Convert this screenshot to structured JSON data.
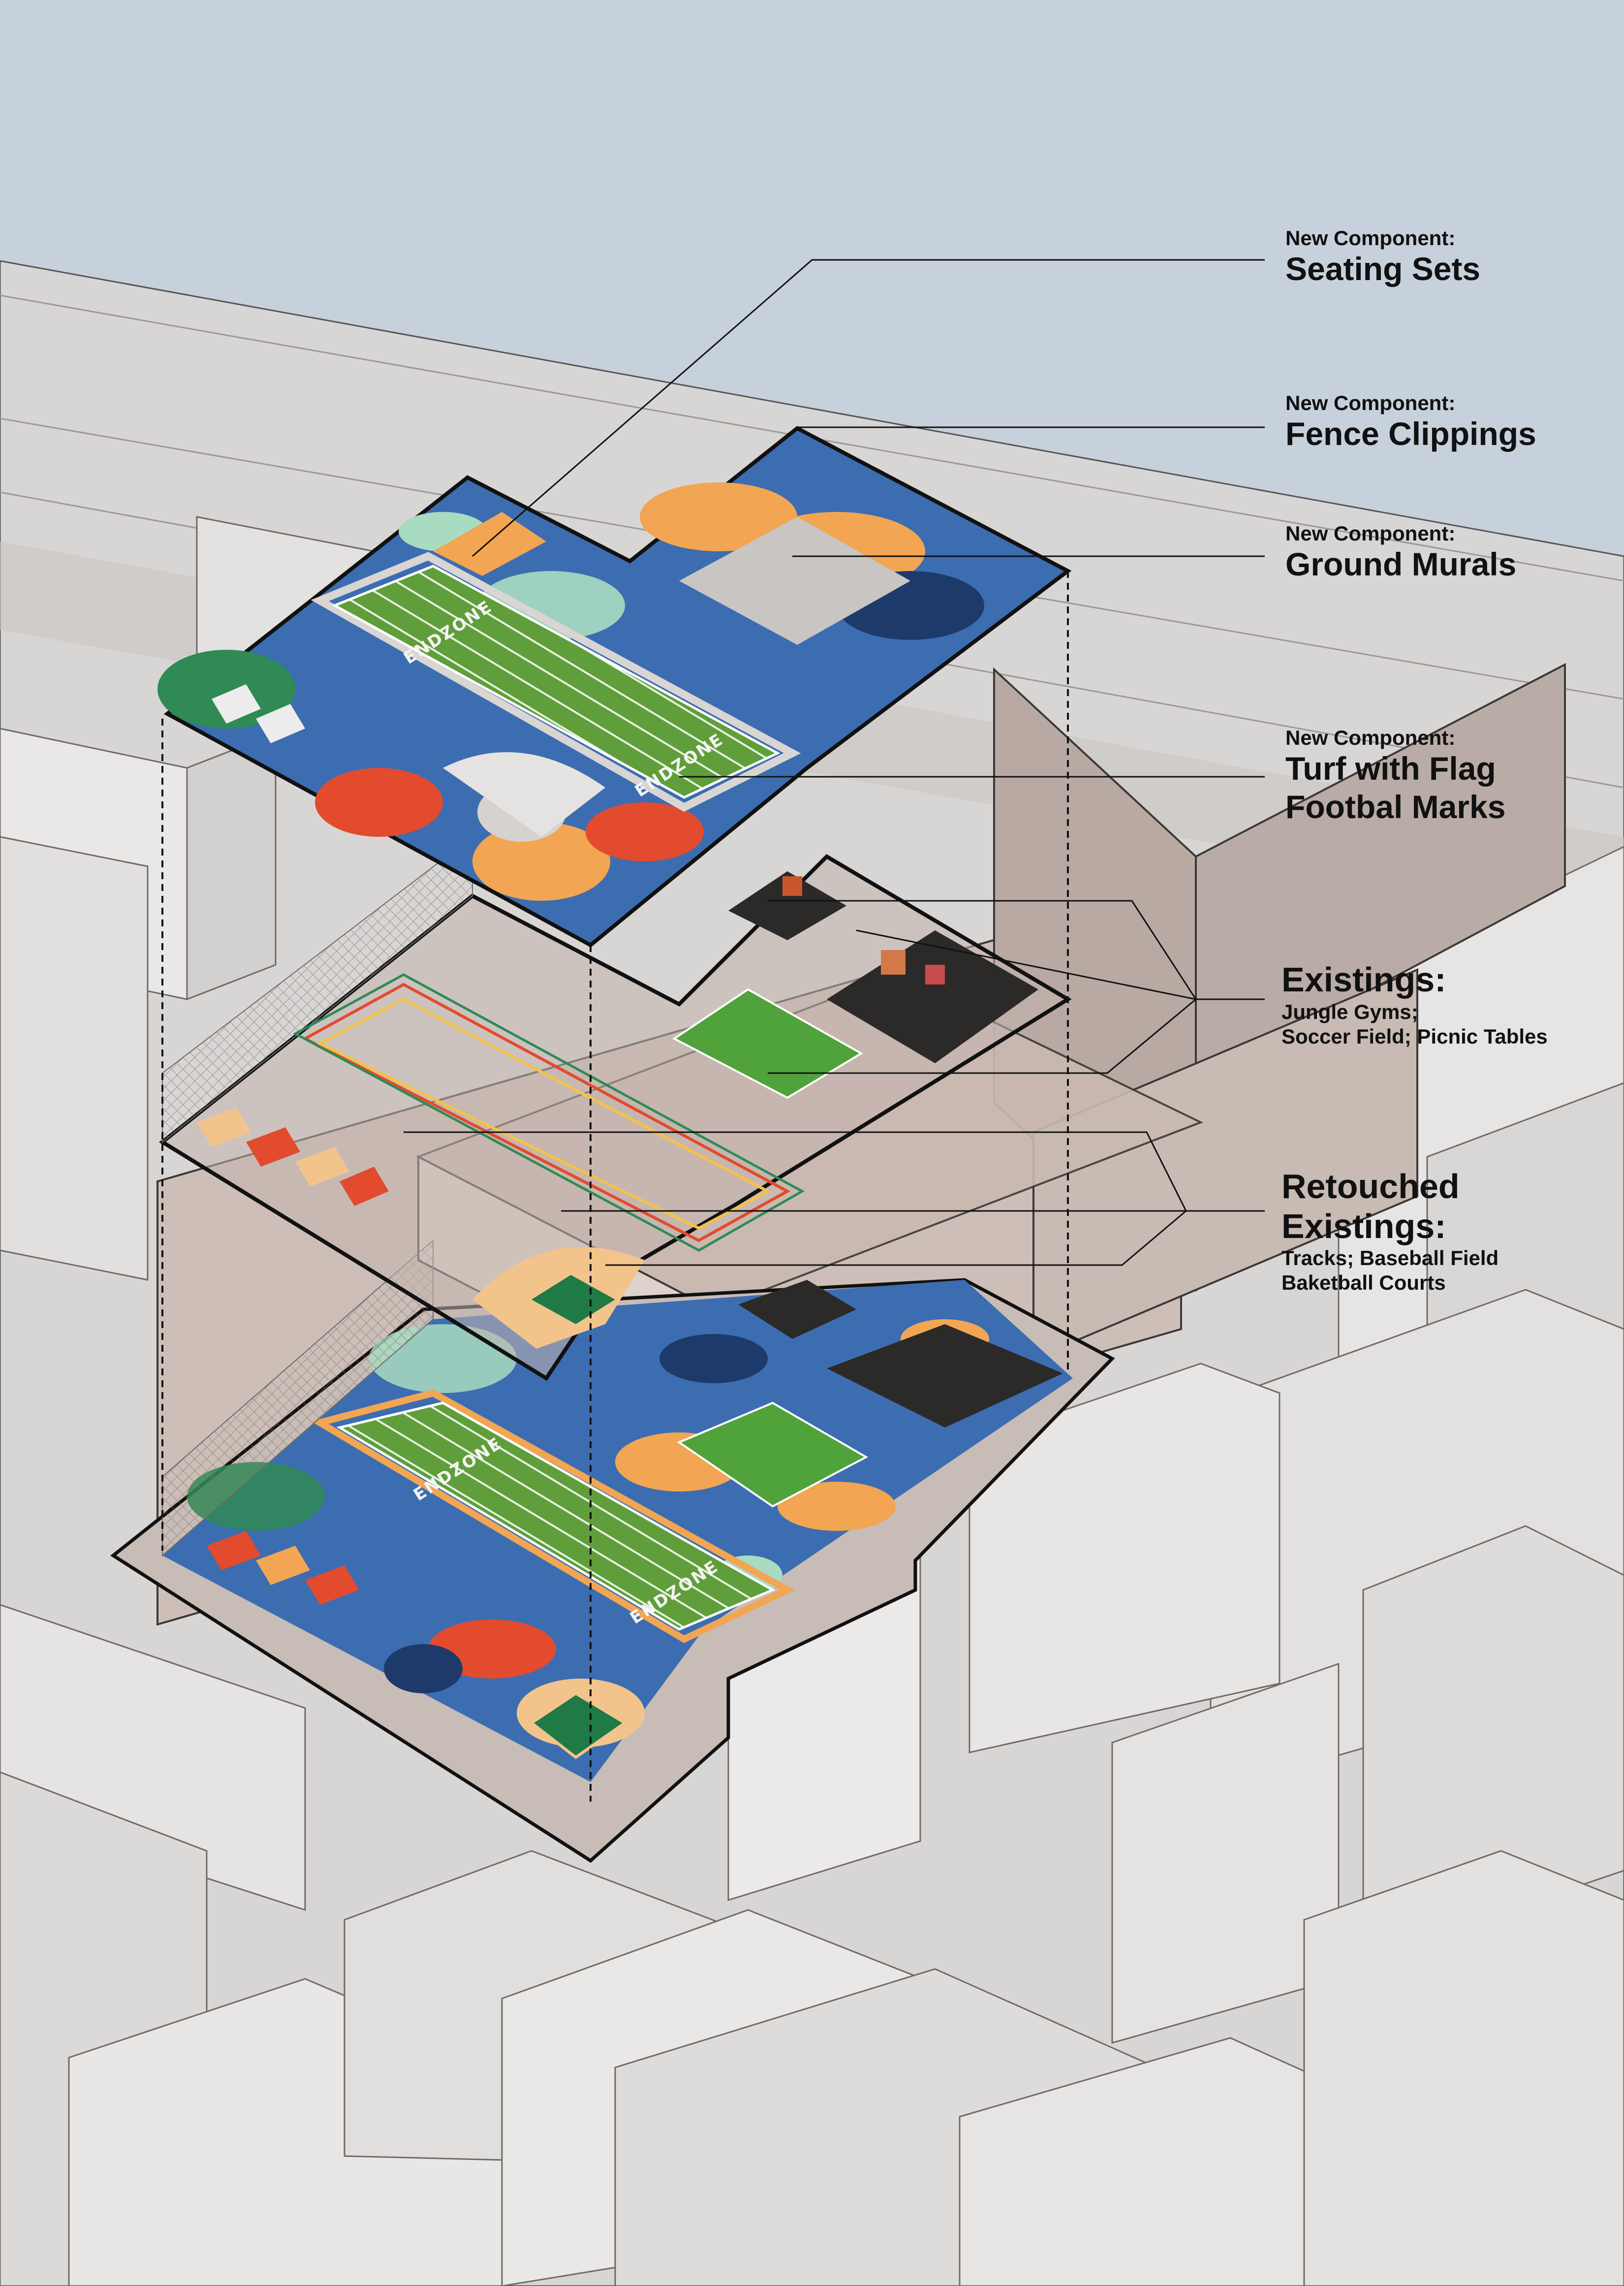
{
  "colors": {
    "sky": "#c7d1db",
    "ground": "#d8d6d5",
    "building_light": "#e8e7e6",
    "building_mid": "#cfcac8",
    "building_dark": "#b8afac",
    "slab": "#bdb3ae",
    "mural_blue": "#3c6db1",
    "mural_navy": "#1d3a6b",
    "mural_orange": "#f2a552",
    "mural_red": "#e24b2e",
    "mural_green": "#2f8a55",
    "mural_mint": "#a9dbc1",
    "turf": "#5f9e3a",
    "turf_dark": "#3e7d2a",
    "infield": "#f2c48c",
    "court_black": "#2b2a29"
  },
  "callouts": {
    "seating": {
      "kicker": "New Component:",
      "title": "Seating Sets"
    },
    "fence": {
      "kicker": "New Component:",
      "title": "Fence Clippings"
    },
    "murals": {
      "kicker": "New Component:",
      "title": "Ground Murals"
    },
    "turf": {
      "kicker": "New Component:",
      "title_line1": "Turf with Flag",
      "title_line2": "Footbal Marks"
    },
    "existings": {
      "title": "Existings:",
      "line1": "Jungle Gyms;",
      "line2": "Soccer Field; Picnic Tables"
    },
    "retouched": {
      "title_line1": "Retouched",
      "title_line2": "Existings:",
      "line1": "Tracks; Baseball Field",
      "line2": "Baketball Courts"
    }
  },
  "field_markings": {
    "endzone": "ENDZONE"
  }
}
